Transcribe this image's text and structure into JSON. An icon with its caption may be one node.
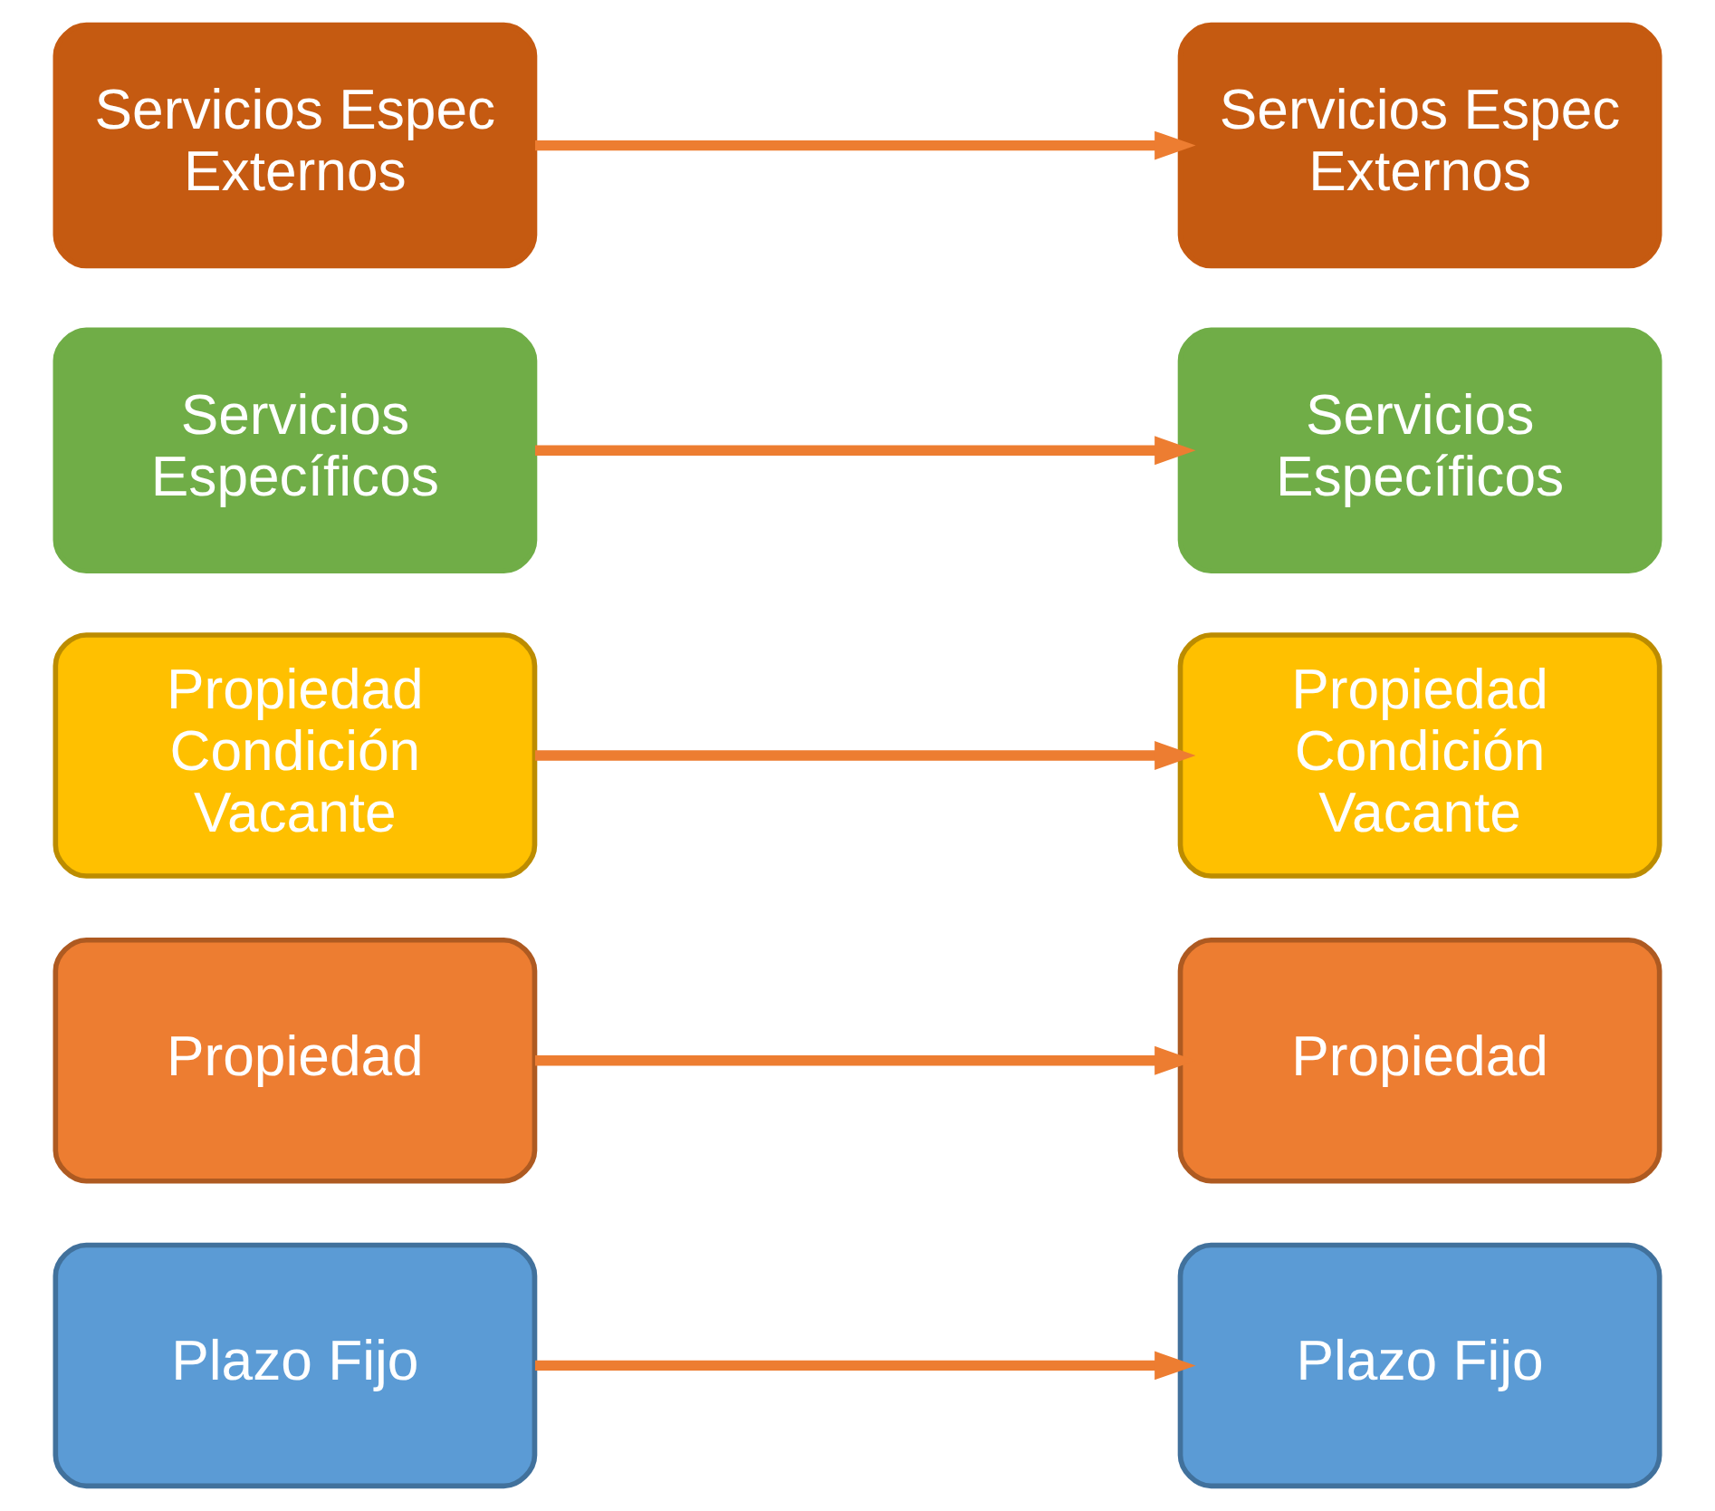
{
  "diagram": {
    "nodes": [
      {
        "text": [
          "Plazo Fijo"
        ]
      },
      {
        "text": [
          "Plazo Fijo"
        ]
      },
      {
        "text": [
          "Propiedad"
        ]
      },
      {
        "text": [
          "Propiedad"
        ]
      },
      {
        "text": [
          "Propiedad Condición Vacante"
        ]
      },
      {
        "text": [
          "Propiedad Condición Vacante"
        ]
      },
      {
        "text": [
          "Servicios Específicos"
        ]
      },
      {
        "text": [
          "Servicios Específicos"
        ]
      },
      {
        "text": [
          "Servicios Espec Externos"
        ]
      },
      {
        "text": [
          "Servicios Espec Externos"
        ]
      }
    ],
    "edges": [
      {
        "from": 0,
        "to": 1,
        "arrow": "to"
      },
      {
        "from": 2,
        "to": 3,
        "arrow": "to"
      },
      {
        "from": 4,
        "to": 5,
        "arrow": "to"
      },
      {
        "from": 6,
        "to": 7,
        "arrow": "to"
      },
      {
        "from": 8,
        "to": 9,
        "arrow": "to"
      }
    ]
  }
}
